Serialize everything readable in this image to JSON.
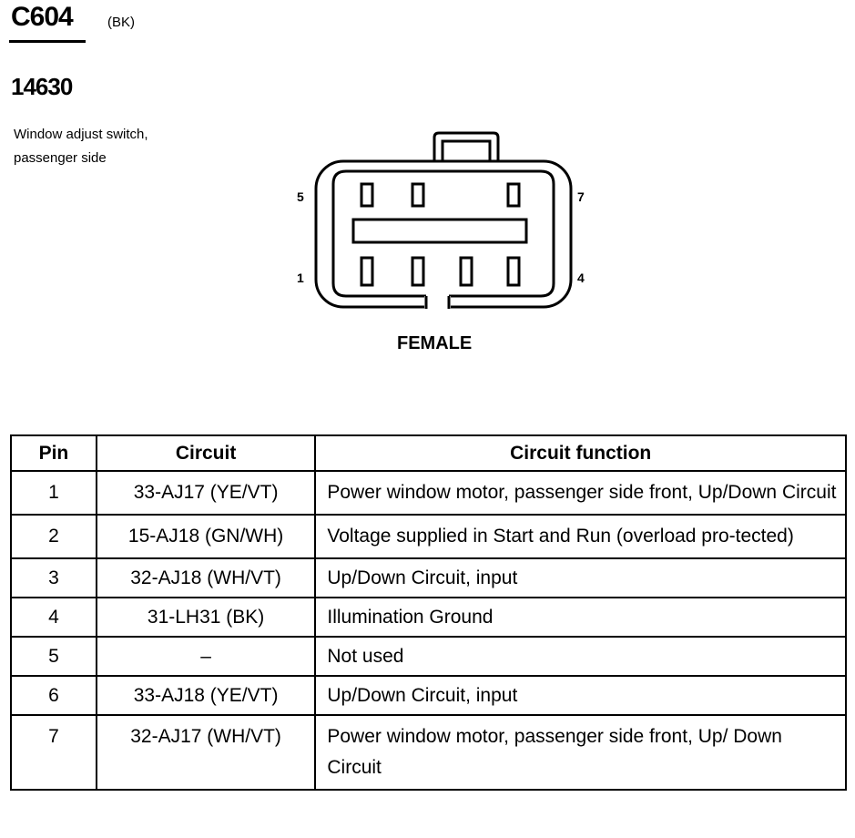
{
  "header": {
    "connector_id": "C604",
    "connector_color": "(BK)",
    "part_number": "14630",
    "description": "Window adjust switch, passenger side"
  },
  "diagram": {
    "pin_labels": {
      "top_left": "5",
      "top_right": "7",
      "bottom_left": "1",
      "bottom_right": "4"
    },
    "gender": "FEMALE"
  },
  "table": {
    "headers": {
      "pin": "Pin",
      "circuit": "Circuit",
      "function": "Circuit function"
    },
    "rows": [
      {
        "pin": "1",
        "circuit": "33-AJ17 (YE/VT)",
        "function": "Power window motor, passenger side front, Up/Down Circuit"
      },
      {
        "pin": "2",
        "circuit": "15-AJ18 (GN/WH)",
        "function": "Voltage supplied in Start and Run (overload pro-tected)"
      },
      {
        "pin": "3",
        "circuit": "32-AJ18 (WH/VT)",
        "function": "Up/Down Circuit, input"
      },
      {
        "pin": "4",
        "circuit": "31-LH31 (BK)",
        "function": "Illumination Ground"
      },
      {
        "pin": "5",
        "circuit": "–",
        "function": "Not used"
      },
      {
        "pin": "6",
        "circuit": "33-AJ18 (YE/VT)",
        "function": "Up/Down Circuit, input"
      },
      {
        "pin": "7",
        "circuit": "32-AJ17 (WH/VT)",
        "function": "Power window motor, passenger side front, Up/ Down Circuit"
      }
    ]
  }
}
